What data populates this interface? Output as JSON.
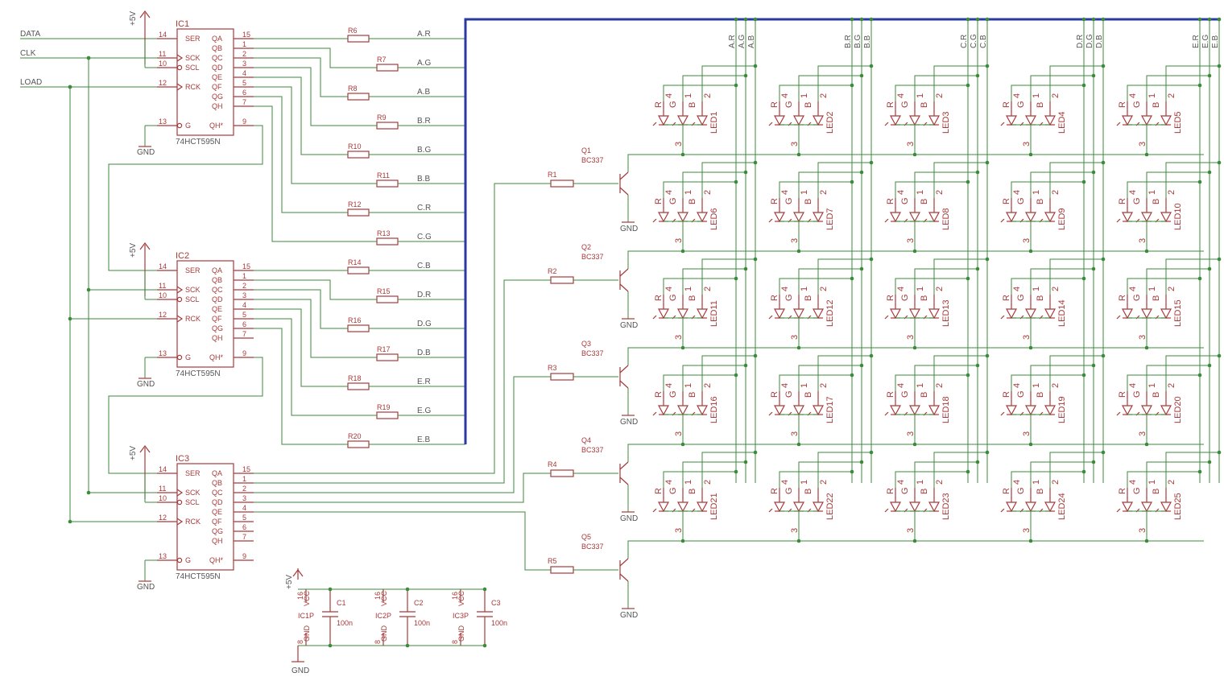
{
  "inputs": [
    "DATA",
    "CLK",
    "LOAD"
  ],
  "labels": {
    "vcc": "+5V",
    "gnd": "GND",
    "ic_type": "74HCT595N",
    "transistor": "BC337",
    "led_pins": [
      "R",
      "G",
      "B"
    ],
    "led_pin_nums": [
      "4",
      "1",
      "2",
      "3"
    ],
    "vcc_pin": "VCC",
    "gnd_pin": "GND",
    "pin_vcc": "16",
    "pin_gnd": "8"
  },
  "ics": [
    {
      "name": "IC1",
      "pins_left": [
        {
          "num": "14",
          "name": "SER"
        },
        {
          "num": "11",
          "name": "SCK"
        },
        {
          "num": "10",
          "name": "SCL"
        },
        {
          "num": "12",
          "name": "RCK"
        },
        {
          "num": "13",
          "name": "G"
        }
      ],
      "pins_right": [
        {
          "num": "15",
          "name": "QA"
        },
        {
          "num": "1",
          "name": "QB"
        },
        {
          "num": "2",
          "name": "QC"
        },
        {
          "num": "3",
          "name": "QD"
        },
        {
          "num": "4",
          "name": "QE"
        },
        {
          "num": "5",
          "name": "QF"
        },
        {
          "num": "6",
          "name": "QG"
        },
        {
          "num": "7",
          "name": "QH"
        },
        {
          "num": "9",
          "name": "QH*"
        }
      ]
    },
    {
      "name": "IC2",
      "pins_left": [
        {
          "num": "14",
          "name": "SER"
        },
        {
          "num": "11",
          "name": "SCK"
        },
        {
          "num": "10",
          "name": "SCL"
        },
        {
          "num": "12",
          "name": "RCK"
        },
        {
          "num": "13",
          "name": "G"
        }
      ],
      "pins_right": [
        {
          "num": "15",
          "name": "QA"
        },
        {
          "num": "1",
          "name": "QB"
        },
        {
          "num": "2",
          "name": "QC"
        },
        {
          "num": "3",
          "name": "QD"
        },
        {
          "num": "4",
          "name": "QE"
        },
        {
          "num": "5",
          "name": "QF"
        },
        {
          "num": "6",
          "name": "QG"
        },
        {
          "num": "7",
          "name": "QH"
        },
        {
          "num": "9",
          "name": "QH*"
        }
      ]
    },
    {
      "name": "IC3",
      "pins_left": [
        {
          "num": "14",
          "name": "SER"
        },
        {
          "num": "11",
          "name": "SCK"
        },
        {
          "num": "10",
          "name": "SCL"
        },
        {
          "num": "12",
          "name": "RCK"
        },
        {
          "num": "13",
          "name": "G"
        }
      ],
      "pins_right": [
        {
          "num": "15",
          "name": "QA"
        },
        {
          "num": "1",
          "name": "QB"
        },
        {
          "num": "2",
          "name": "QC"
        },
        {
          "num": "3",
          "name": "QD"
        },
        {
          "num": "4",
          "name": "QE"
        },
        {
          "num": "5",
          "name": "QF"
        },
        {
          "num": "6",
          "name": "QG"
        },
        {
          "num": "7",
          "name": "QH"
        },
        {
          "num": "9",
          "name": "QH*"
        }
      ]
    }
  ],
  "col_resistors": [
    {
      "name": "R6",
      "net": "A.R"
    },
    {
      "name": "R7",
      "net": "A.G"
    },
    {
      "name": "R8",
      "net": "A.B"
    },
    {
      "name": "R9",
      "net": "B.R"
    },
    {
      "name": "R10",
      "net": "B.G"
    },
    {
      "name": "R11",
      "net": "B.B"
    },
    {
      "name": "R12",
      "net": "C.R"
    },
    {
      "name": "R13",
      "net": "C.G"
    },
    {
      "name": "R14",
      "net": "C.B"
    },
    {
      "name": "R15",
      "net": "D.R"
    },
    {
      "name": "R16",
      "net": "D.G"
    },
    {
      "name": "R17",
      "net": "D.B"
    },
    {
      "name": "R18",
      "net": "E.R"
    },
    {
      "name": "R19",
      "net": "E.G"
    },
    {
      "name": "R20",
      "net": "E.B"
    }
  ],
  "transistors": [
    {
      "q": "Q1",
      "r": "R1"
    },
    {
      "q": "Q2",
      "r": "R2"
    },
    {
      "q": "Q3",
      "r": "R3"
    },
    {
      "q": "Q4",
      "r": "R4"
    },
    {
      "q": "Q5",
      "r": "R5"
    }
  ],
  "columns": [
    {
      "nets": [
        "A.R",
        "A.G",
        "A.B"
      ]
    },
    {
      "nets": [
        "B.R",
        "B.G",
        "B.B"
      ]
    },
    {
      "nets": [
        "C.R",
        "C.G",
        "C.B"
      ]
    },
    {
      "nets": [
        "D.R",
        "D.G",
        "D.B"
      ]
    },
    {
      "nets": [
        "E.R",
        "E.G",
        "E.B"
      ]
    }
  ],
  "leds": [
    "LED1",
    "LED2",
    "LED3",
    "LED4",
    "LED5",
    "LED6",
    "LED7",
    "LED8",
    "LED9",
    "LED10",
    "LED11",
    "LED12",
    "LED13",
    "LED14",
    "LED15",
    "LED16",
    "LED17",
    "LED18",
    "LED19",
    "LED20",
    "LED21",
    "LED22",
    "LED23",
    "LED24",
    "LED25"
  ],
  "decoupling": [
    {
      "ic": "IC1P",
      "cap": "C1",
      "value": "100n"
    },
    {
      "ic": "IC2P",
      "cap": "C2",
      "value": "100n"
    },
    {
      "ic": "IC3P",
      "cap": "C3",
      "value": "100n"
    }
  ],
  "colors": {
    "wire": "#3c8a3c",
    "part": "#a63a3a",
    "bus": "#2b3aa0",
    "label": "#555555"
  }
}
